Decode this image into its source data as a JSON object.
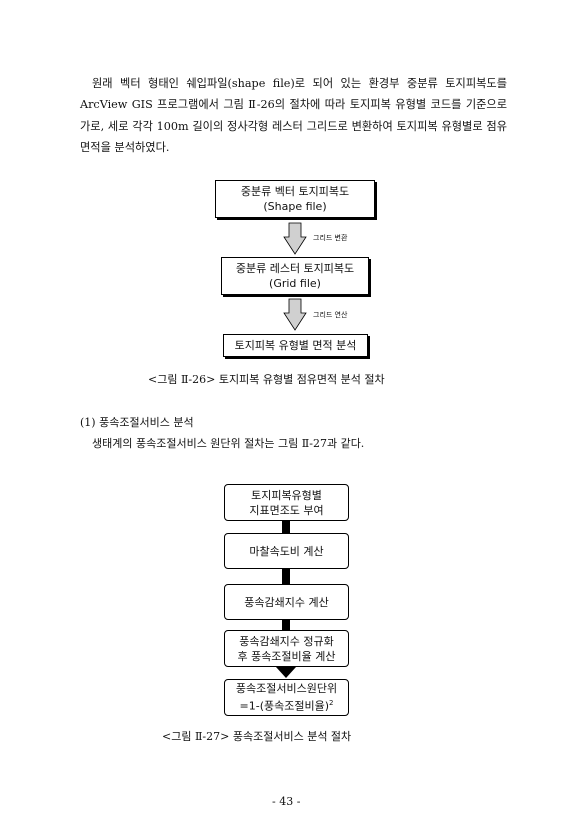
{
  "intro_paragraph": "원래 벡터 형태인 쉐입파일(shape file)로 되어 있는 환경부 중분류 토지피복도를 ArcView GIS 프로그램에서 그림 Ⅱ-26의 절차에 따라 토지피복 유형별 코드를 기준으로 가로, 세로 각각 100m 길이의 정사각형 레스터 그리드로 변환하여 토지피복 유형별로 점유면적을 분석하였다.",
  "figure26": {
    "box1": "중분류 벡터 토지피복도\n(Shape file)",
    "arrow1_label": "그리드 변환",
    "box2": "중분류 레스터 토지피복도\n(Grid file)",
    "arrow2_label": "그리드 연산",
    "box3": "토지피복 유형별 면적 분석",
    "caption": "<그림 Ⅱ-26> 토지피복 유형별 점유면적 분석 절차"
  },
  "section": {
    "heading": "(1) 풍속조절서비스 분석",
    "body": "생태계의 풍속조절서비스 원단위 절차는 그림 Ⅱ-27과 같다."
  },
  "figure27": {
    "box1": "토지피복유형별\n지표면조도 부여",
    "box2": "마찰속도비 계산",
    "box3": "풍속감쇄지수 계산",
    "box4": "풍속감쇄지수 정규화\n후 풍속조절비율 계산",
    "box5_line1": "풍속조절서비스원단위",
    "box5_line2": "=1-(풍속조절비율)",
    "box5_sup": "2",
    "caption": "<그림 Ⅱ-27> 풍속조절서비스 분석 절차"
  },
  "page_number": "- 43 -"
}
